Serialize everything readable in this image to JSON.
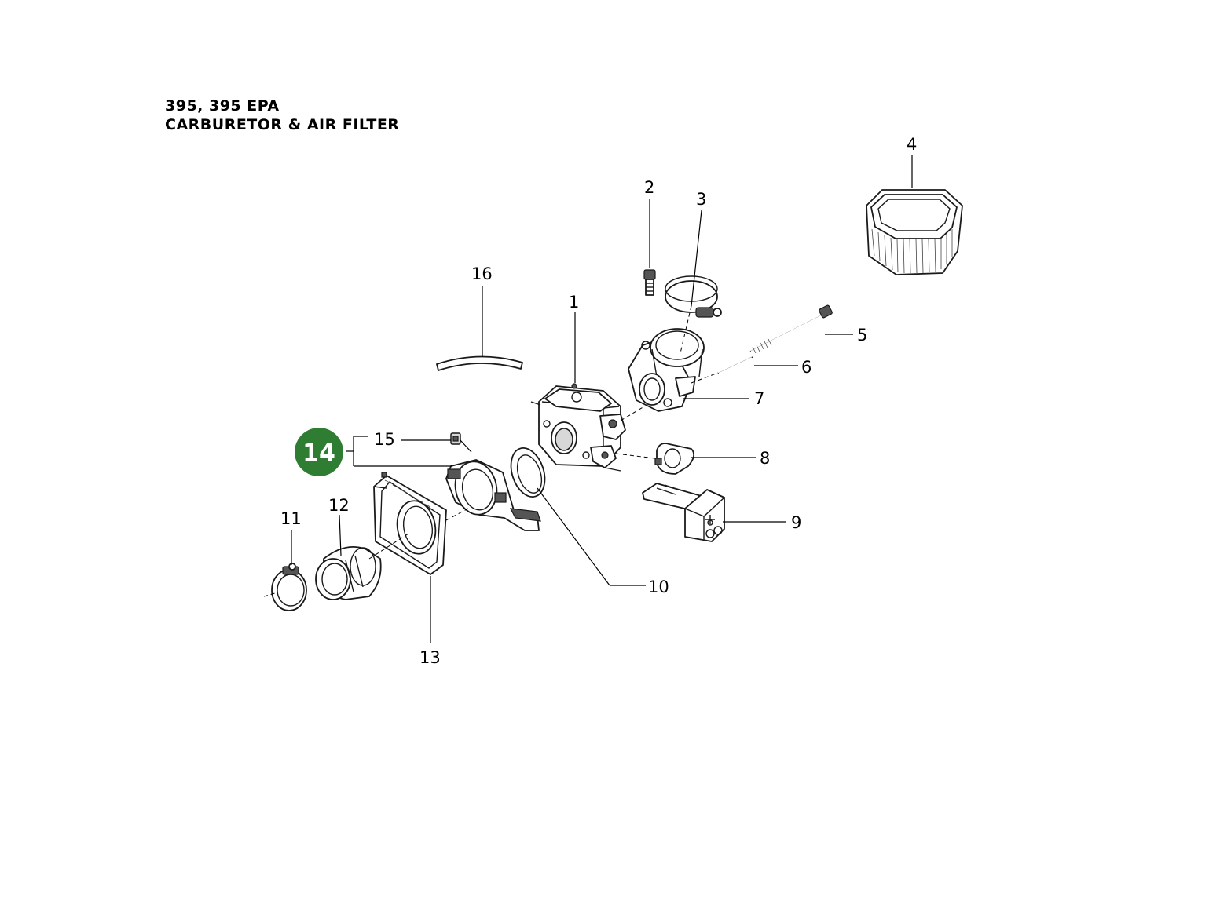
{
  "header": {
    "model": "395, 395 EPA",
    "section": "CARBURETOR & AIR FILTER"
  },
  "highlight": {
    "part_number": "14",
    "color": "#2e7d32"
  },
  "callouts": [
    "1",
    "2",
    "3",
    "4",
    "5",
    "6",
    "7",
    "8",
    "9",
    "10",
    "11",
    "12",
    "13",
    "15",
    "16"
  ]
}
